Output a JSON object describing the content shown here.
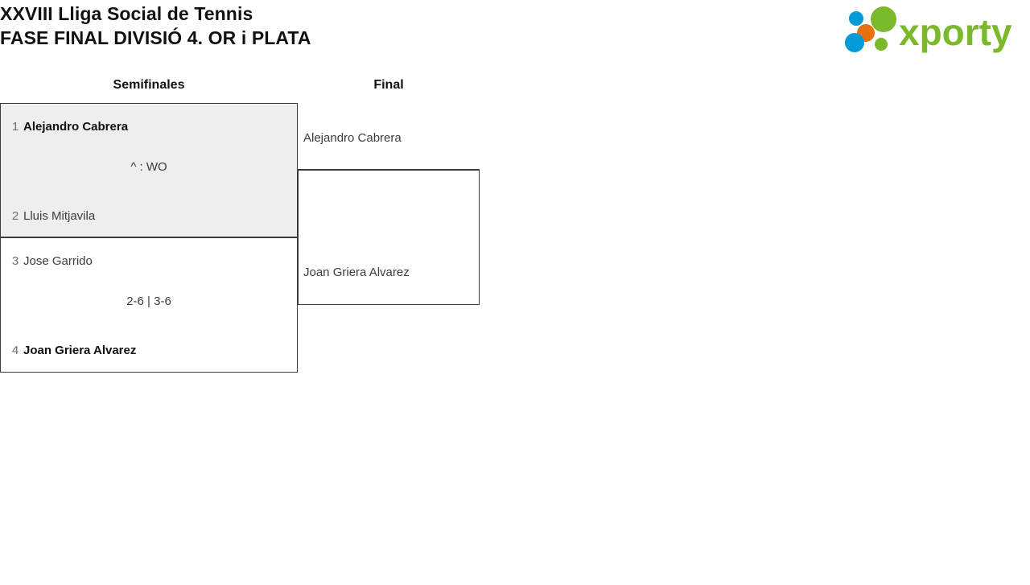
{
  "header": {
    "title_line1": "XXVIII Lliga Social de Tennis",
    "title_line2": "FASE FINAL DIVISIÓ 4. OR i PLATA",
    "logo_text": "xporty",
    "logo_colors": {
      "green": "#7ab929",
      "blue": "#039ad9",
      "orange": "#e8700d"
    }
  },
  "bracket": {
    "rounds": [
      {
        "label": "Semifinales"
      },
      {
        "label": "Final"
      }
    ],
    "semifinals": [
      {
        "highlight": true,
        "score": "^ : WO",
        "players": [
          {
            "seed": "1",
            "name": "Alejandro Cabrera",
            "winner": true
          },
          {
            "seed": "2",
            "name": "Lluis Mitjavila",
            "winner": false
          }
        ]
      },
      {
        "highlight": false,
        "score": "2-6 | 3-6",
        "players": [
          {
            "seed": "3",
            "name": "Jose Garrido",
            "winner": false
          },
          {
            "seed": "4",
            "name": "Joan Griera Alvarez",
            "winner": true
          }
        ]
      }
    ],
    "final": {
      "score": "",
      "players": [
        {
          "name": "Alejandro Cabrera",
          "winner": false
        },
        {
          "name": "Joan Griera Alvarez",
          "winner": false
        }
      ]
    }
  }
}
